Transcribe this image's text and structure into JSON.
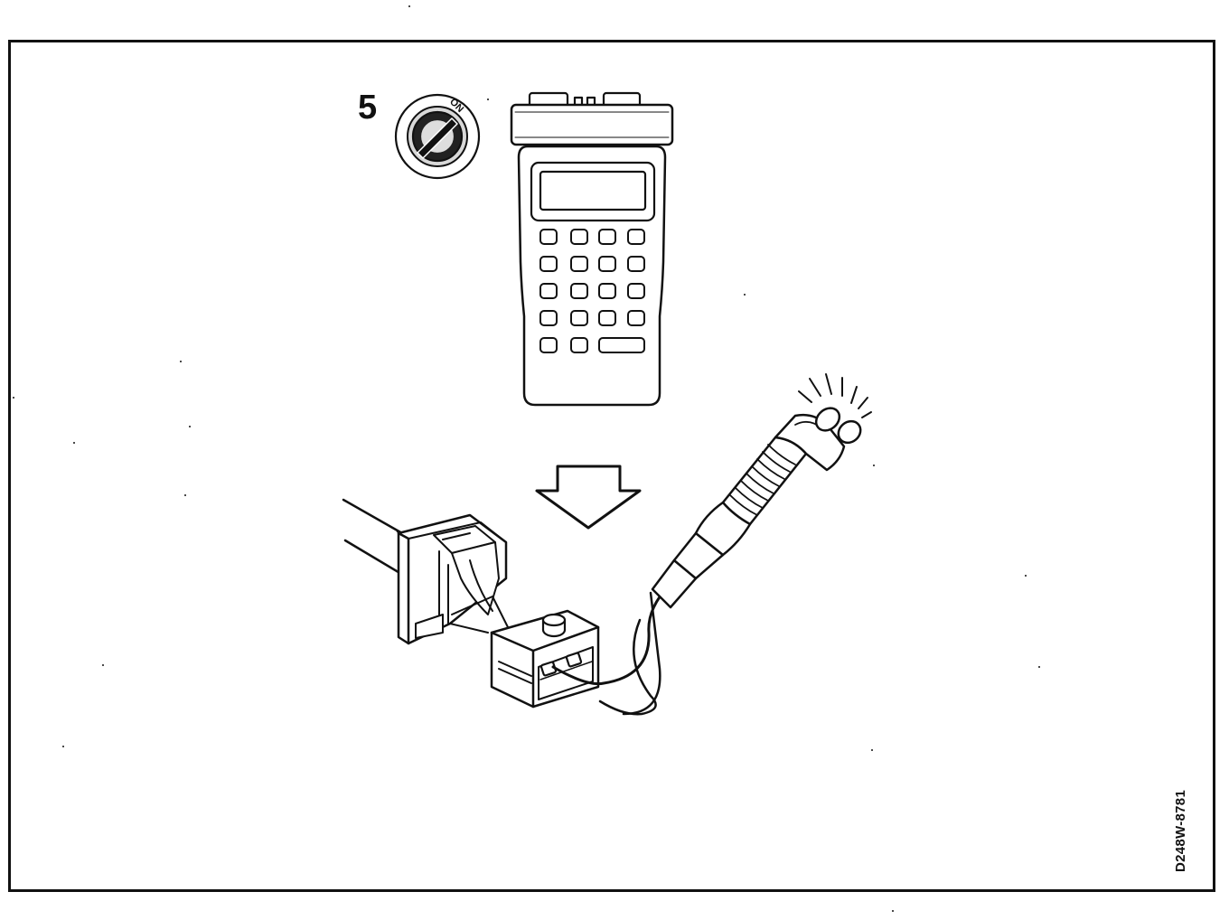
{
  "step": {
    "number": "5",
    "ignition_label": "ON"
  },
  "drawing_code": "D248W-8781",
  "icons": {
    "ignition": "ignition-key-on-icon",
    "scan_tool": "hand-held-scan-tool-icon",
    "arrow": "down-arrow-icon",
    "connector": "wiring-connector-icon",
    "probe": "test-light-probe-icon"
  },
  "colors": {
    "ink": "#111111",
    "paper": "#ffffff"
  }
}
